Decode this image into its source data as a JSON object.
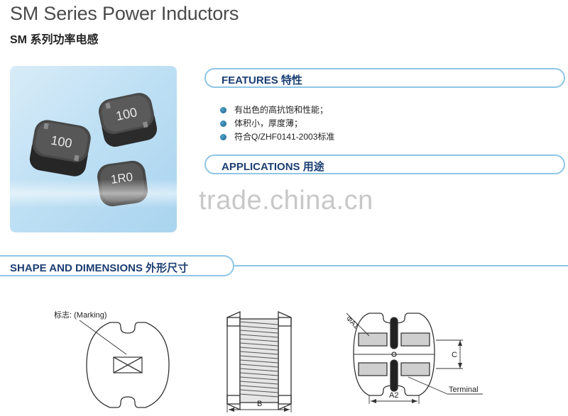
{
  "header": {
    "title_en": "SM Series Power Inductors",
    "title_cn": "SM 系列功率电感"
  },
  "photo": {
    "part_markings": [
      "100",
      "100",
      "1R0"
    ]
  },
  "features": {
    "heading": "FEATURES 特性",
    "items": [
      "有出色的高抗饱和性能；",
      "体积小，厚度薄；",
      "符合Q/ZHF0141-2003标准"
    ]
  },
  "applications": {
    "heading": "APPLICATIONS 用途"
  },
  "watermark": "trade.china.cn",
  "shape": {
    "heading": "SHAPE AND DIMENSIONS 外形尺寸",
    "marking_label": "标志: (Marking)",
    "dim_b": "B",
    "dim_a1": "ΦA1",
    "dim_a2": "A2",
    "dim_c": "C",
    "terminal_label": "Terminal"
  },
  "colors": {
    "accent": "#8ec6e6",
    "heading": "#1b3e73",
    "bullet": "#1a5f85"
  }
}
